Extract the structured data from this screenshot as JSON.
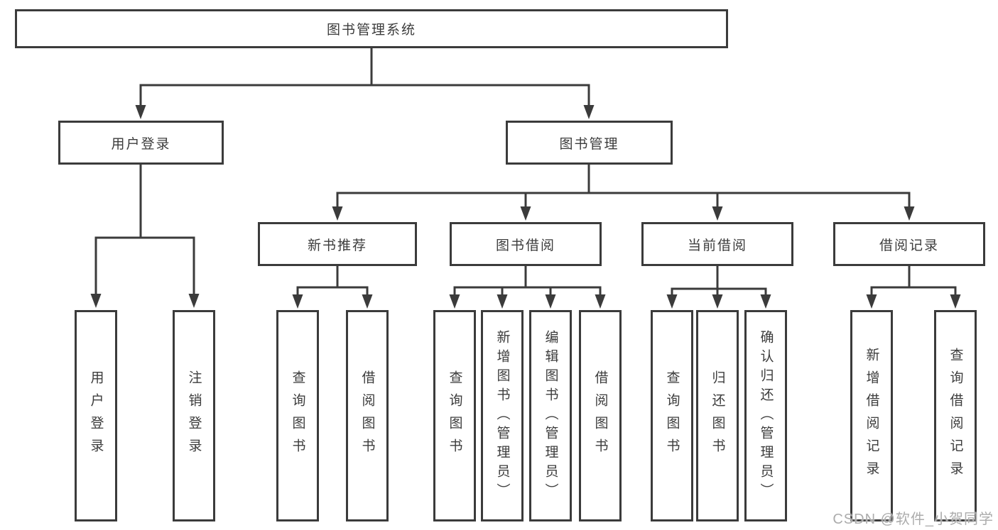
{
  "tree": {
    "root": "图书管理系统",
    "branches": [
      {
        "label": "用户登录",
        "children": [
          "用户登录",
          "注销登录"
        ]
      },
      {
        "label": "图书管理",
        "groups": [
          {
            "label": "新书推荐",
            "children": [
              "查询图书",
              "借阅图书"
            ]
          },
          {
            "label": "图书借阅",
            "children": [
              "查询图书",
              "新增图书（管理员）",
              "编辑图书（管理员）",
              "借阅图书"
            ]
          },
          {
            "label": "当前借阅",
            "children": [
              "查询图书",
              "归还图书",
              "确认归还（管理员）"
            ]
          },
          {
            "label": "借阅记录",
            "children": [
              "新增借阅记录",
              "查询借阅记录"
            ]
          }
        ]
      }
    ]
  },
  "colors": {
    "line": "#3b3b3b",
    "text": "#3c3c3c",
    "watermark_text": "#acacac"
  },
  "watermark": "CSDN @软件_小贺同学"
}
